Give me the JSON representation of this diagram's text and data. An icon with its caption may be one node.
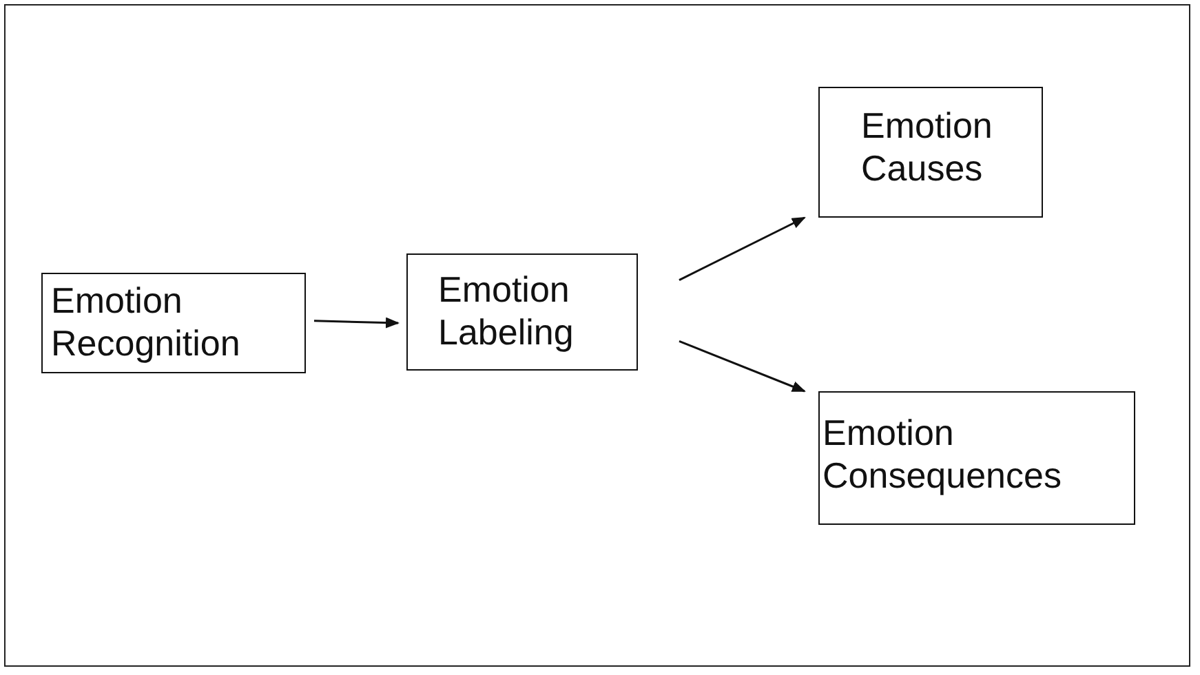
{
  "diagram": {
    "nodes": [
      {
        "text": [
          "Emotion Recognition"
        ]
      },
      {
        "text": [
          "Emotion Labeling"
        ]
      },
      {
        "text": [
          "Emotion Causes"
        ]
      },
      {
        "text": [
          "Emotion Consequences"
        ]
      }
    ],
    "edges": [
      {
        "from": 0,
        "to": 1,
        "arrow": "to"
      },
      {
        "from": 1,
        "to": 2,
        "arrow": "to"
      },
      {
        "from": 1,
        "to": 3,
        "arrow": "to"
      }
    ]
  }
}
